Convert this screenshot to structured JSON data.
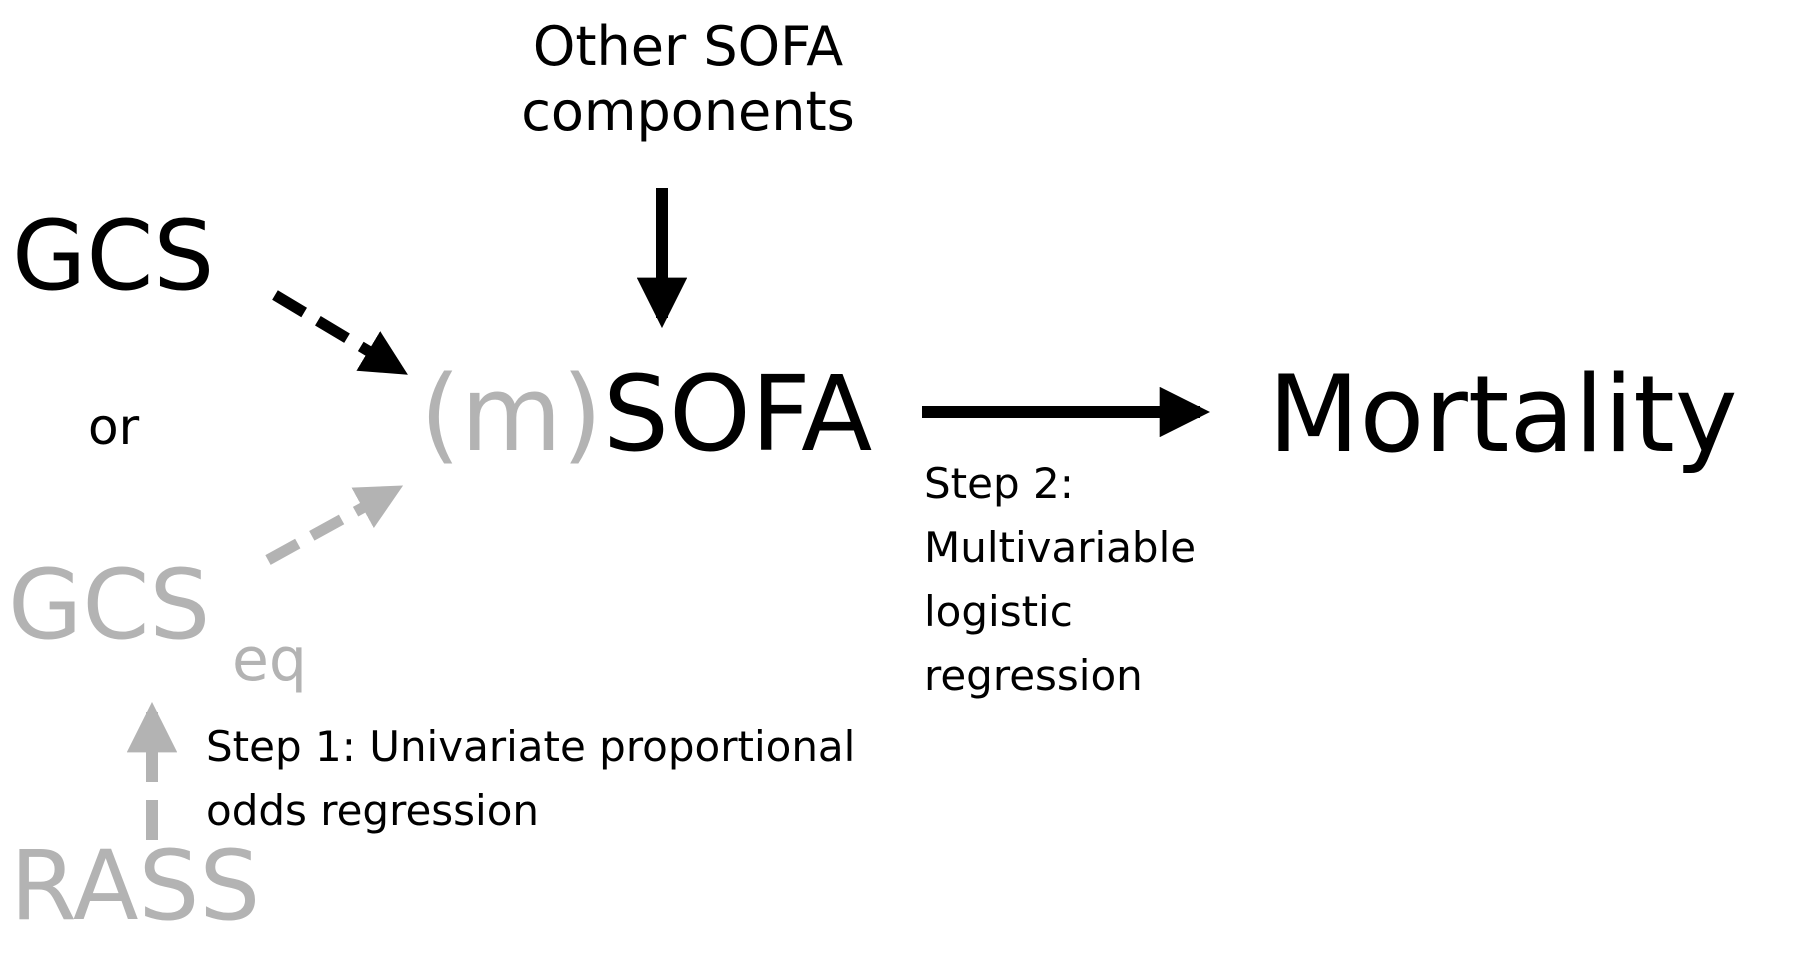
{
  "diagram": {
    "other_components": "Other SOFA components",
    "gcs": "GCS",
    "or": "or",
    "m_prefix": "(m)",
    "sofa": "SOFA",
    "mortality": "Mortality",
    "gcs_eq_main": "GCS",
    "gcs_eq_sub": "eq",
    "rass": "RASS",
    "step1": "Step 1: Univariate proportional odds regression",
    "step2": "Step 2: Multivariable logistic regression"
  },
  "colors": {
    "primary": "#000000",
    "secondary": "#b3b3b3"
  }
}
